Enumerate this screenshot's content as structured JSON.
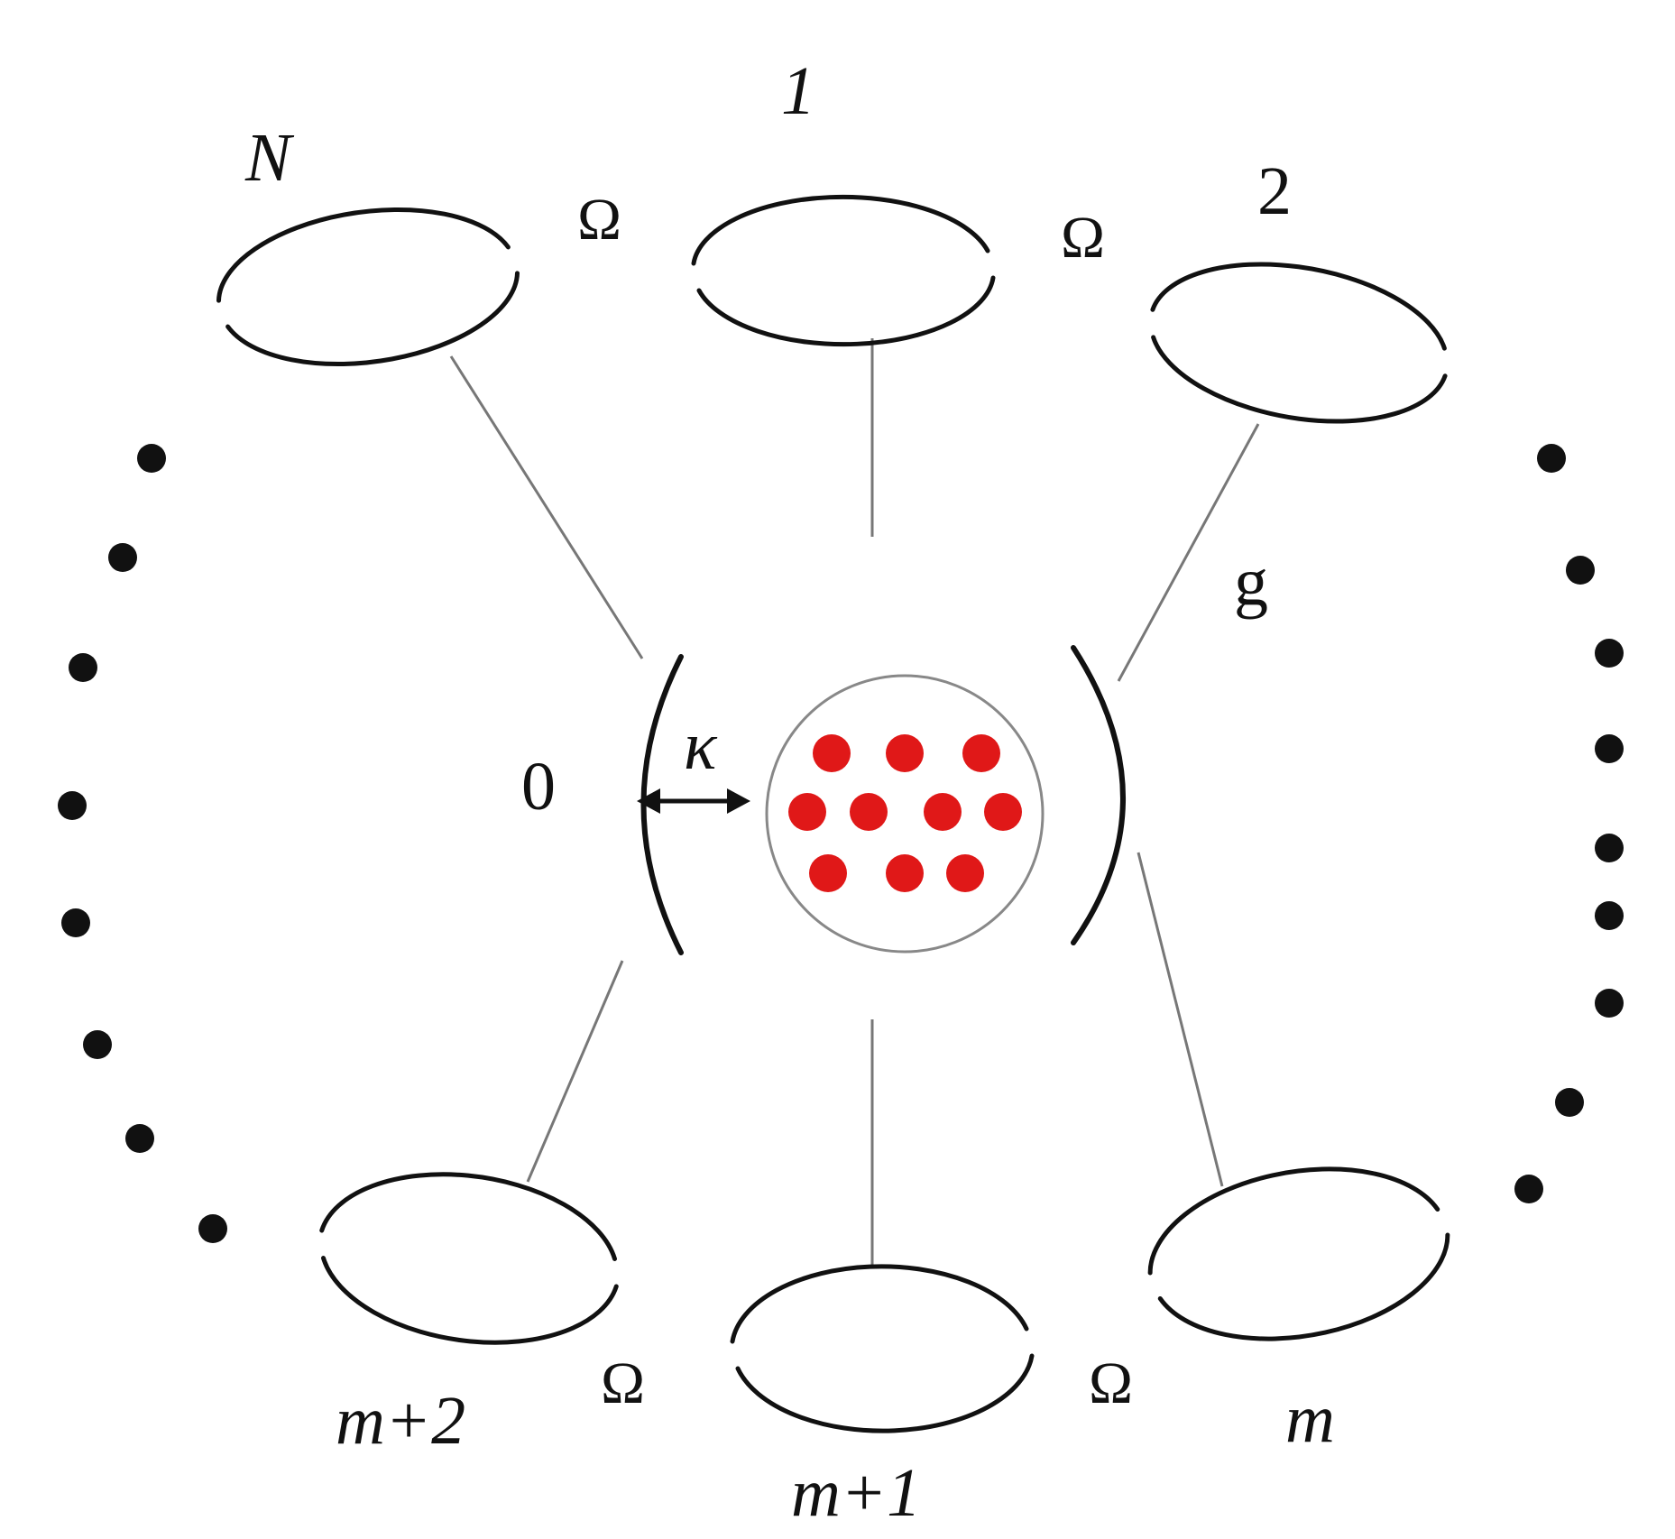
{
  "labels": {
    "ring_N": "N",
    "ring_1": "1",
    "ring_2": "2",
    "ring_m": "m",
    "ring_m1": "m+1",
    "ring_m2": "m+2",
    "cavity": "0",
    "coupling_g": "g",
    "decay_kappa": "κ",
    "omega": "Ω"
  },
  "colors": {
    "line": "#111111",
    "connector": "#777777",
    "atom": "#e01818"
  },
  "atom_count": 10
}
